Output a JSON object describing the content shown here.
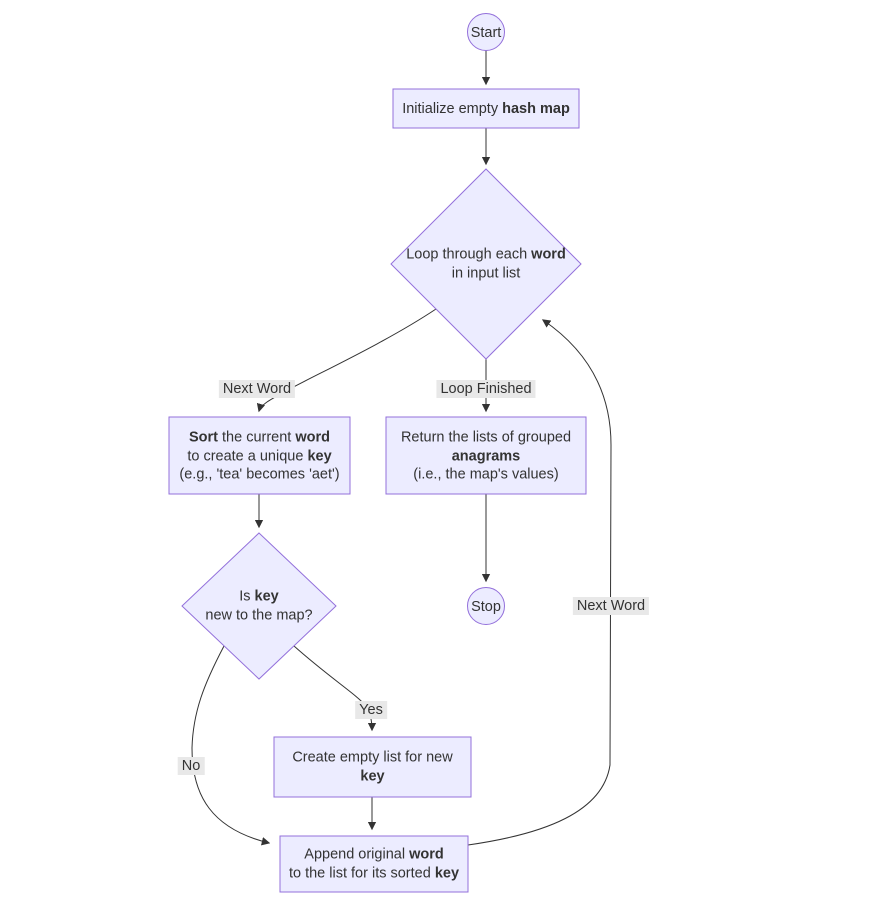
{
  "colors": {
    "node_fill": "#ECECFF",
    "node_border": "#9370DB",
    "edge": "#333333",
    "text": "#333333",
    "label_bg": "#e8e8e8"
  },
  "nodes": {
    "start": {
      "label": "Start"
    },
    "init_map": {
      "lines": [
        [
          {
            "t": "Initialize empty "
          },
          {
            "t": "hash map",
            "b": true
          }
        ]
      ]
    },
    "loop_words": {
      "lines": [
        [
          {
            "t": "Loop through each "
          },
          {
            "t": "word",
            "b": true
          }
        ],
        [
          {
            "t": "in input list"
          }
        ]
      ]
    },
    "sort_word": {
      "lines": [
        [
          {
            "t": "Sort",
            "b": true
          },
          {
            "t": " the current "
          },
          {
            "t": "word",
            "b": true
          }
        ],
        [
          {
            "t": "to create a unique "
          },
          {
            "t": "key",
            "b": true
          }
        ],
        [
          {
            "t": "(e.g., 'tea' becomes 'aet')"
          }
        ]
      ]
    },
    "return_groups": {
      "lines": [
        [
          {
            "t": "Return the lists of grouped"
          }
        ],
        [
          {
            "t": "anagrams",
            "b": true
          }
        ],
        [
          {
            "t": "(i.e., the map's values)"
          }
        ]
      ]
    },
    "is_key_new": {
      "lines": [
        [
          {
            "t": "Is "
          },
          {
            "t": "key",
            "b": true
          }
        ],
        [
          {
            "t": "new to the map?"
          }
        ]
      ]
    },
    "stop": {
      "label": "Stop"
    },
    "create_list": {
      "lines": [
        [
          {
            "t": "Create empty list for new"
          }
        ],
        [
          {
            "t": "key",
            "b": true
          }
        ]
      ]
    },
    "append_word": {
      "lines": [
        [
          {
            "t": "Append original "
          },
          {
            "t": "word",
            "b": true
          }
        ],
        [
          {
            "t": "to the list for its sorted "
          },
          {
            "t": "key",
            "b": true
          }
        ]
      ]
    }
  },
  "edge_labels": {
    "next_word_left": "Next Word",
    "loop_finished": "Loop Finished",
    "next_word_right": "Next Word",
    "yes": "Yes",
    "no": "No"
  }
}
